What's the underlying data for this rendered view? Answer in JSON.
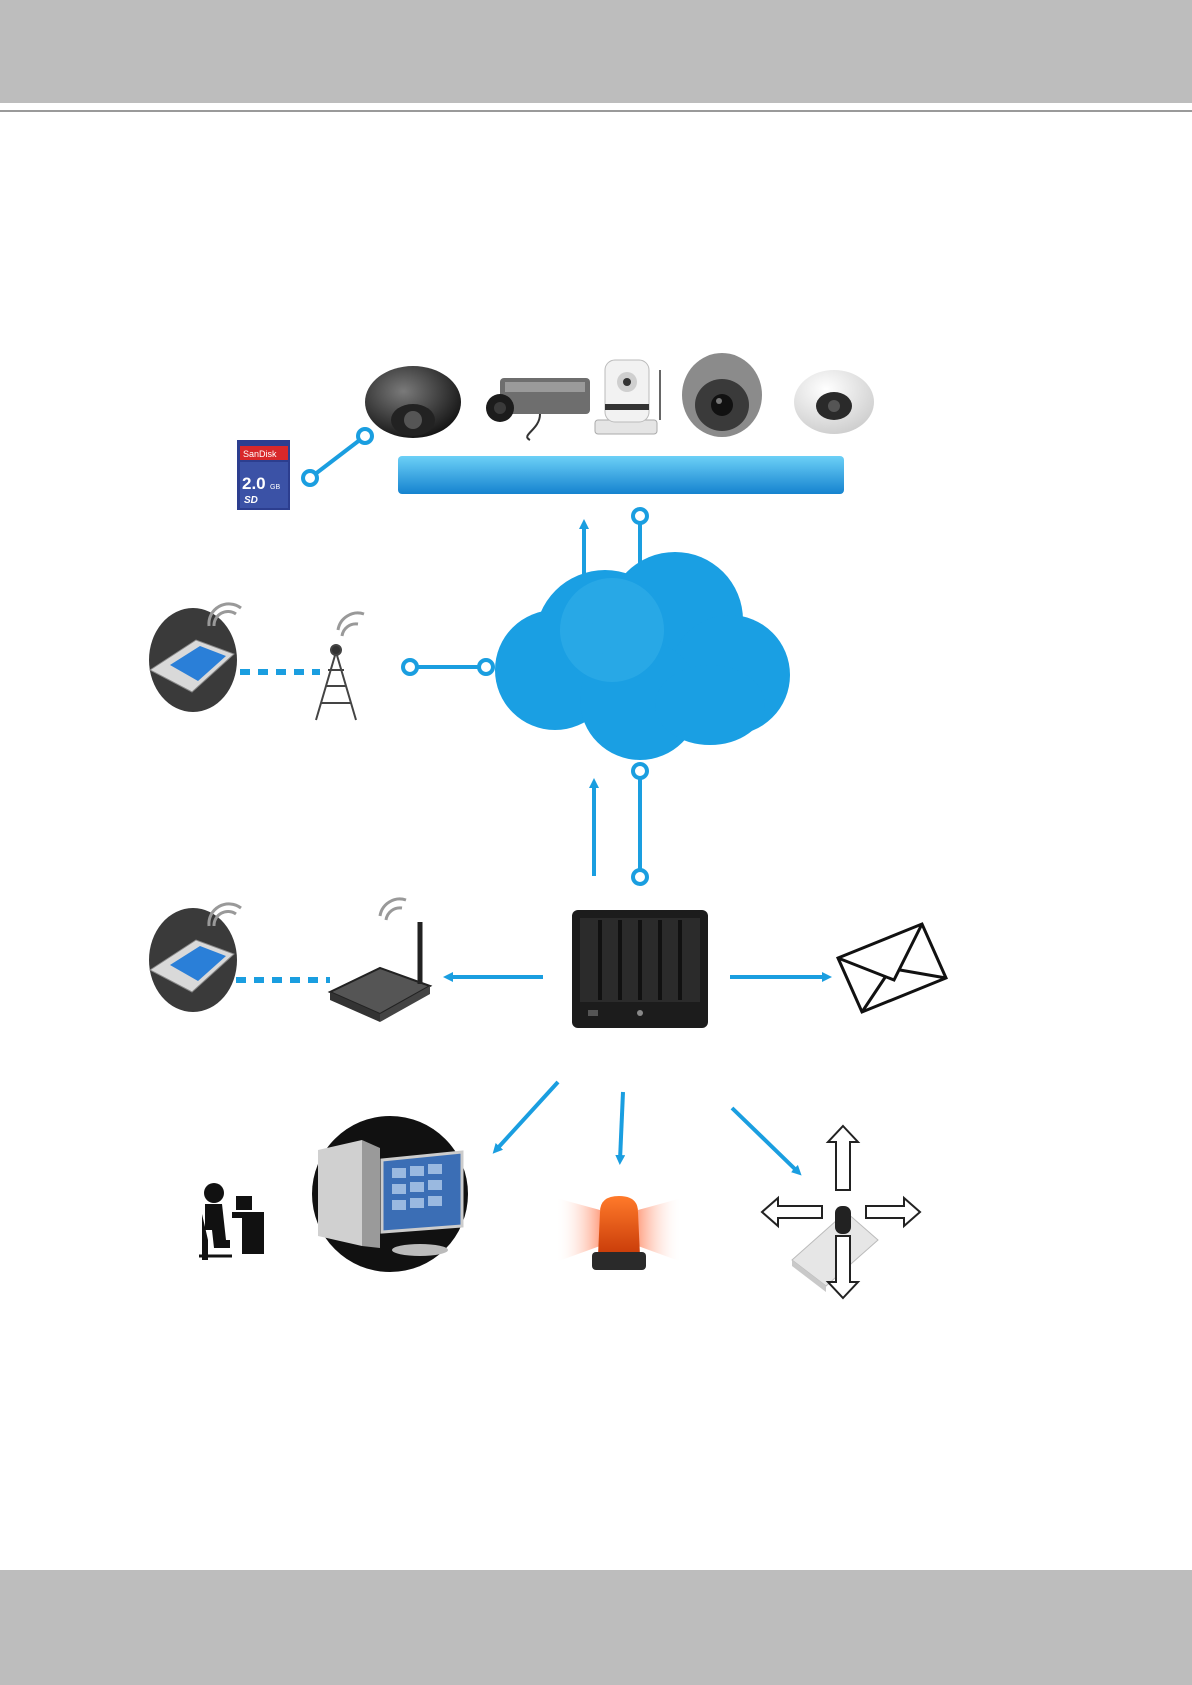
{
  "header": {},
  "footer": {},
  "diagram": {
    "sd_card": {
      "brand": "SanDisk",
      "capacity": "2.0",
      "capacity_unit": "GB",
      "logo": "SD"
    },
    "colors": {
      "accent": "#1a9ee0",
      "bar_top": "#5cc3f2",
      "bar_bottom": "#1583cf",
      "cloud": "#1a9fe3",
      "band": "#bdbdbd",
      "alarm": "#e84e0f"
    },
    "icons": [
      "sd-card-icon",
      "dome-camera-icon",
      "box-camera-icon",
      "ptz-camera-icon",
      "fixed-dome-camera-icon",
      "mini-dome-camera-icon",
      "network-bar",
      "cloud-icon",
      "pda-icon",
      "cell-tower-icon",
      "gsm-modem-icon",
      "nvr-icon",
      "email-icon",
      "operator-icon",
      "workstation-icon",
      "alarm-light-icon",
      "ptz-joystick-icon"
    ]
  }
}
